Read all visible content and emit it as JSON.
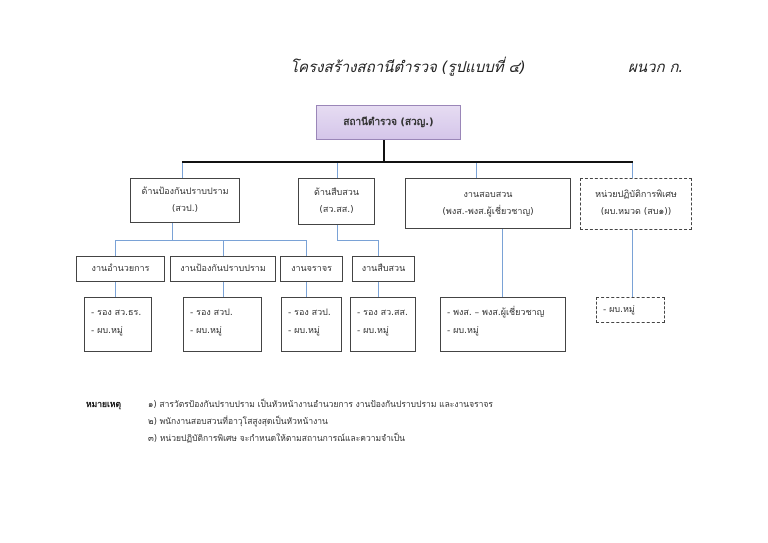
{
  "header": {
    "title": "โครงสร้างสถานีตำรวจ   (รูปแบบที่ ๔)",
    "annex": "ผนวก ก."
  },
  "chart": {
    "root": "สถานีตำรวจ (สวญ.)",
    "divisions": [
      {
        "line1": "ด้านป้องกันปราบปราม",
        "line2": "(สวป.)"
      },
      {
        "line1": "ด้านสืบสวน",
        "line2": "(สว.สส.)"
      },
      {
        "line1": "งานสอบสวน",
        "line2": "(พงส.-พงส.ผู้เชี่ยวชาญ)"
      },
      {
        "line1": "หน่วยปฏิบัติการพิเศษ",
        "line2": "(ผบ.หมวด (สบ๑))"
      }
    ],
    "units": [
      "งานอำนวยการ",
      "งานป้องกันปราบปราม",
      "งานจราจร",
      "งานสืบสวน"
    ],
    "details": [
      [
        "- รอง สว.ธร.",
        "- ผบ.หมู่"
      ],
      [
        "- รอง สวป.",
        "- ผบ.หมู่"
      ],
      [
        "- รอง สวป.",
        "- ผบ.หมู่"
      ],
      [
        "- รอง สว.สส.",
        "- ผบ.หมู่"
      ],
      [
        "- พงส. – พงส.ผู้เชี่ยวชาญ",
        "- ผบ.หมู่"
      ],
      [
        "- ผบ.หมู่"
      ]
    ]
  },
  "notes": {
    "label": "หมายเหตุ",
    "items": [
      "๑)  สารวัตรป้องกันปราบปราม เป็นหัวหน้างานอำนวยการ งานป้องกันปราบปราม และงานจราจร",
      "๒)  พนักงานสอบสวนที่อาวุโสสูงสุดเป็นหัวหน้างาน",
      "๓)  หน่วยปฏิบัติการพิเศษ จะกำหนดให้ตามสถานการณ์และความจำเป็น"
    ]
  }
}
